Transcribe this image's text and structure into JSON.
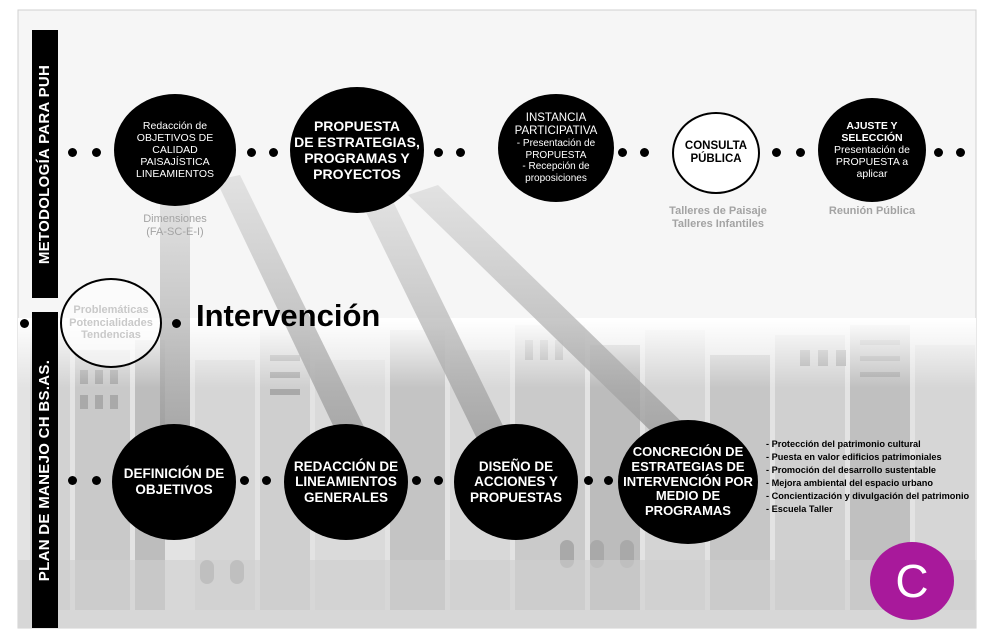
{
  "vertical_labels": {
    "top": "METODOLOGÍA PARA PUH",
    "bottom": "PLAN DE MANEJO CH BS.AS."
  },
  "top_row": [
    {
      "lines": [
        "Redacción de",
        "OBJETIVOS DE",
        "CALIDAD",
        "PAISAJÍSTICA",
        "LINEAMIENTOS"
      ]
    },
    {
      "lines": [
        "PROPUESTA",
        "DE ESTRATEGIAS,",
        "PROGRAMAS Y",
        "PROYECTOS"
      ]
    },
    {
      "lines": [
        "INSTANCIA",
        "PARTICIPATIVA",
        "- Presentación de",
        "PROPUESTA",
        "- Recepción de",
        "proposiciones"
      ]
    },
    {
      "lines": [
        "CONSULTA",
        "PÚBLICA"
      ]
    },
    {
      "lines": [
        "AJUSTE Y",
        "SELECCIÓN",
        "Presentación de",
        "PROPUESTA a",
        "aplicar"
      ]
    }
  ],
  "top_notes": {
    "dimensiones": [
      "Dimensiones",
      "(FA-SC-E-I)"
    ],
    "talleres": [
      "Talleres de Paisaje",
      "Talleres Infantiles"
    ],
    "reunion": [
      "Reunión Pública"
    ]
  },
  "middle": {
    "circle_lines": [
      "Problemáticas",
      "Potencialidades",
      "Tendencias"
    ],
    "title": "Intervención"
  },
  "bottom_row": [
    {
      "lines": [
        "DEFINICIÓN DE",
        "OBJETIVOS"
      ]
    },
    {
      "lines": [
        "REDACCIÓN DE",
        "LINEAMIENTOS",
        "GENERALES"
      ]
    },
    {
      "lines": [
        "DISEÑO DE",
        "ACCIONES Y",
        "PROPUESTAS"
      ]
    },
    {
      "lines": [
        "CONCRECIÓN DE",
        "ESTRATEGIAS DE",
        "INTERVENCIÓN POR",
        "MEDIO DE",
        "PROGRAMAS"
      ]
    }
  ],
  "bullets": [
    "- Protección del patrimonio cultural",
    "- Puesta en valor edificios patrimoniales",
    "- Promoción del desarrollo sustentable",
    "- Mejora ambiental del espacio urbano",
    "- Concientización y divulgación del patrimonio",
    "- Escuela Taller"
  ],
  "badge": {
    "letter": "C",
    "color": "#a8199b"
  },
  "colors": {
    "node": "#000000",
    "note": "#a3a3a3",
    "beam": "#b9b9b9"
  }
}
